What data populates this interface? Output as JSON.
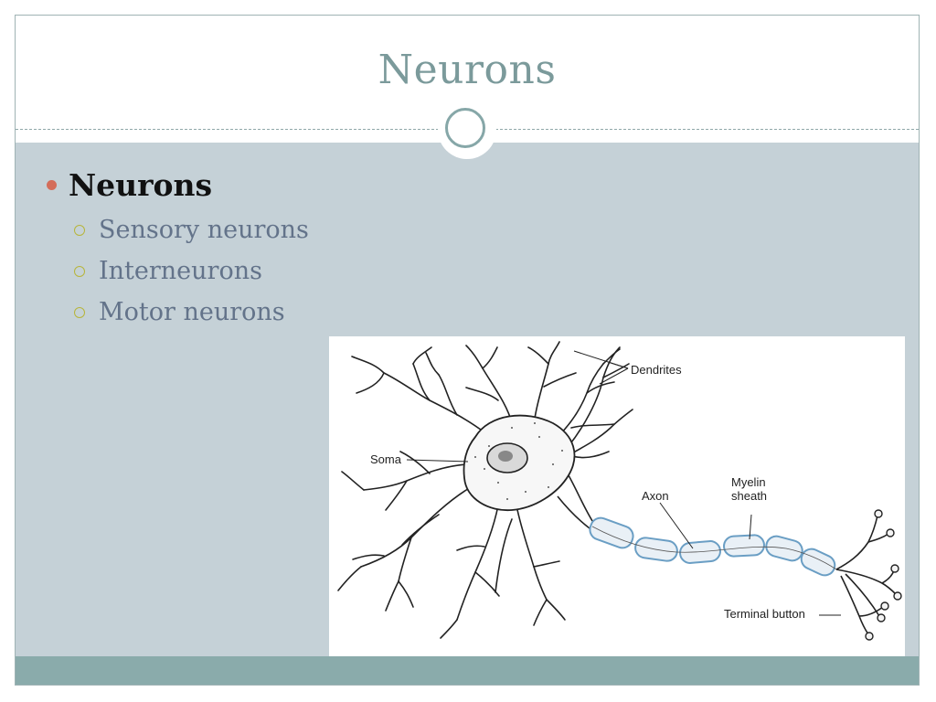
{
  "slide": {
    "title": "Neurons",
    "bullet_main": "Neurons",
    "sub_bullets": [
      "Sensory neurons",
      "Interneurons",
      "Motor neurons"
    ]
  },
  "diagram": {
    "labels": {
      "dendrites": "Dendrites",
      "soma": "Soma",
      "axon": "Axon",
      "myelin_line1": "Myelin",
      "myelin_line2": "sheath",
      "terminal": "Terminal button"
    }
  },
  "colors": {
    "title": "#7b9a9b",
    "content_bg": "#c5d1d7",
    "footer": "#8aabab",
    "bullet_dot": "#d46d5a",
    "sub_bullet_ring": "#b7b53a",
    "sub_text": "#63738a",
    "myelin": "#6a9ec4"
  }
}
